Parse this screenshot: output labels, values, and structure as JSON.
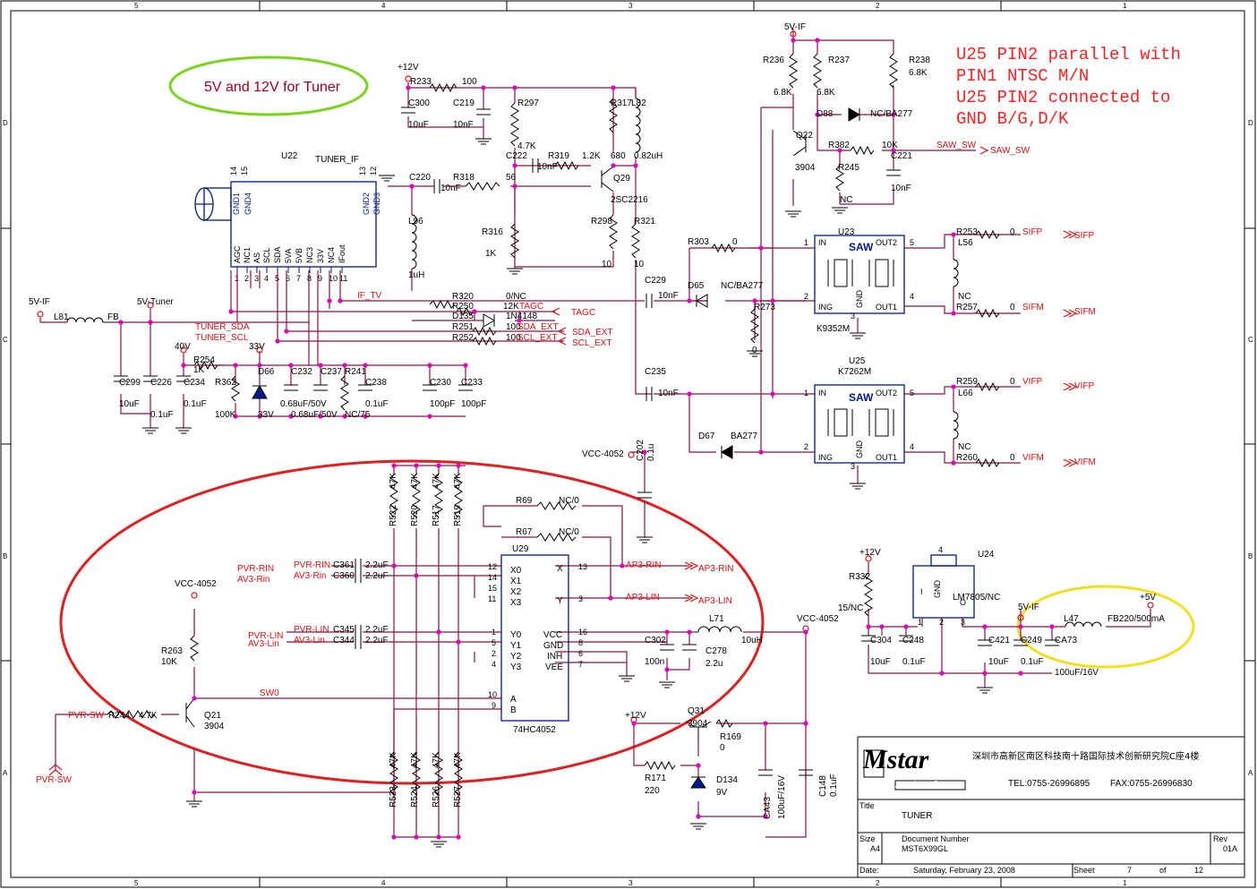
{
  "border": {
    "columns": [
      "5",
      "4",
      "3",
      "2",
      "1"
    ],
    "rows": [
      "D",
      "C",
      "B",
      "A"
    ]
  },
  "notes": {
    "tuner_pill": "5V and 12V for Tuner",
    "saw_note_line1": "U25 PIN2 parallel with",
    "saw_note_line2": " PIN1 NTSC M/N",
    "saw_note_line3": "U25 PIN2 connected to",
    "saw_note_line4": " GND B/G,D/K"
  },
  "tuner": {
    "ref": "U22",
    "name": "TUNER_IF",
    "pins_top": [
      "GND1",
      "GND4",
      "GND2",
      "GND3"
    ],
    "pin_nums_top": [
      "14",
      "15",
      "13",
      "12"
    ],
    "pins_bottom": [
      "AGC",
      "NC1",
      "AS",
      "SCL",
      "SDA",
      "5VA",
      "5VB",
      "NC3",
      "33V",
      "NC4",
      "IFout"
    ],
    "pin_nums_bottom": [
      "1",
      "2",
      "3",
      "4",
      "5",
      "6",
      "7",
      "8",
      "9",
      "10",
      "11"
    ]
  },
  "nets": {
    "v12": "+12V",
    "v5if": "5V-IF",
    "v5tuner": "5V-Tuner",
    "v40": "40V",
    "v33": "33V",
    "vcc4052": "VCC-4052",
    "v5": "+5V",
    "if_tv": "IF_TV",
    "tagc": "TAGC",
    "sda_ext": "SDA_EXT",
    "scl_ext": "SCL_EXT",
    "tuner_sda": "TUNER_SDA",
    "tuner_scl": "TUNER_SCL",
    "saw_sw": "SAW_SW",
    "sifp": "SIFP",
    "sifm": "SIFM",
    "vifp": "VIFP",
    "vifm": "VIFM",
    "ap3_rin": "AP3-RIN",
    "ap3_lin": "AP3-LIN",
    "pvr_rin": "PVR-RIN",
    "av3_rin": "AV3-Rin",
    "pvr_lin": "PVR-LIN",
    "av3_lin": "AV3-Lin",
    "sw0": "SW0",
    "pvr_sw": "PVR-SW"
  },
  "parts": {
    "r233": "R233",
    "r233v": "100",
    "c300": "C300",
    "c300v": "10uF",
    "c219": "C219",
    "c219v": "10nF",
    "r297": "R297",
    "r297v": "4.7K",
    "c222": "C222",
    "r319": "R319",
    "r319v": "1.2K",
    "c222v": "10nF",
    "r317": "R317",
    "r317v": "680",
    "l82": "L82",
    "l82v": "0.82uH",
    "q29": "Q29",
    "q29v": "2SC2216",
    "c220": "C220",
    "c220v": "10nF",
    "r318": "R318",
    "r318v": "56",
    "r316": "R316",
    "r316v": "1K",
    "r298": "R298",
    "r298v": "10",
    "r321": "R321",
    "r321v": "10",
    "l96": "L96",
    "l96v": "1uH",
    "r320": "R320",
    "r320v": "0/NC",
    "r250": "R250",
    "r250v": "12K",
    "d135": "D135",
    "d135v": "1N4148",
    "r251": "R251",
    "r251v": "100",
    "r252": "R252",
    "r252v": "100",
    "l81": "L81",
    "l81v": "FB",
    "r254": "R254",
    "r254v": "1K",
    "d66": "D66",
    "d66v": "33V",
    "r362": "R362",
    "r362v": "100K",
    "c299": "C299",
    "c299v": "10uF",
    "c226": "C226",
    "c226v": "0.1uF",
    "c234": "C234",
    "c234v": "0.1uF",
    "c232": "C232",
    "c232v": "0.68uF/50V",
    "c237": "C237",
    "c237v": "0.68uF/50V",
    "r241": "R241",
    "r241v": "NC/75",
    "c238": "C238",
    "c238v": "0.1uF",
    "c230": "C230",
    "c230v": "100pF",
    "c233": "C233",
    "c233v": "100pF",
    "r236": "R236",
    "r236v": "6.8K",
    "r237": "R237",
    "r237v": "6.8K",
    "r238": "R238",
    "r238v": "6.8K",
    "d88": "D88",
    "d88v": "NC/BA277",
    "q22": "Q22",
    "q22v": "3904",
    "r382": "R382",
    "r382v": "10K",
    "r245": "R245",
    "r245v": "NC",
    "c221": "C221",
    "c221v": "10nF",
    "r303": "R303",
    "r303v": "0",
    "c229": "C229",
    "c229v": "10nF",
    "d65": "D65",
    "d65v": "NC/BA277",
    "r273": "R273",
    "r273v": "0",
    "c235": "C235",
    "c235v": "10nF",
    "d67": "D67",
    "d67v": "BA277",
    "u23": "U23",
    "u23v": "K9352M",
    "u25": "U25",
    "u25v": "K7262M",
    "saw": "SAW",
    "r253": "R253",
    "r253v": "0",
    "l56": "L56",
    "l56v": "NC",
    "r257": "R257",
    "r257v": "0",
    "r259": "R259",
    "r259v": "0",
    "l66": "L66",
    "l66v": "NC",
    "r260": "R260",
    "r260v": "0",
    "c202": "C202",
    "c202v": "0.1u",
    "r69": "R69",
    "r69v": "NC/0",
    "r67": "R67",
    "r67v": "NC/0",
    "u29": "U29",
    "u29v": "74HC4052",
    "c361": "C361",
    "c361v": "2.2uF",
    "c360": "C360",
    "c360v": "2.2uF",
    "c345": "C345",
    "c345v": "2.2uF",
    "c344": "C344",
    "c344v": "2.2uF",
    "r522": "R522",
    "r520": "R520",
    "r517": "R517",
    "r519": "R519",
    "r523": "R523",
    "r524": "R524",
    "r526": "R526",
    "r527": "R527",
    "k47": "47K",
    "c302": "C302",
    "c302v": "100n",
    "c278": "C278",
    "c278v": "2.2u",
    "l71": "L71",
    "l71v": "10uH",
    "r263": "R263",
    "r263v": "10K",
    "q21": "Q21",
    "q21v": "3904",
    "r244": "R244",
    "r244v": "4.7K",
    "q31": "Q31",
    "q31v": "3904",
    "r169": "R169",
    "r169v": "0",
    "r171": "R171",
    "r171v": "220",
    "d134": "D134",
    "d134v": "9V",
    "ca43": "CA43",
    "ca43v": "100uF/16V",
    "c148": "C148",
    "c148v": "0.1uF",
    "u24": "U24",
    "u24v": "LM7805/NC",
    "r332": "R332",
    "r332v": "15/NC",
    "c304": "C304",
    "c304v": "10uF",
    "c248": "C248",
    "c248v": "0.1uF",
    "c421": "C421",
    "c421v": "10uF",
    "c249": "C249",
    "c249v": "0.1uF",
    "ca73": "CA73",
    "ca73v": "100uF/16V",
    "l47": "L47",
    "l47v": "FB220/500mA"
  },
  "mux_pins": {
    "x0": "X0",
    "x1": "X1",
    "x2": "X2",
    "x3": "X3",
    "y0": "Y0",
    "y1": "Y1",
    "y2": "Y2",
    "y3": "Y3",
    "a": "A",
    "b": "B",
    "x": "X",
    "y": "Y",
    "vcc": "VCC",
    "gnd": "GND",
    "inh": "INH",
    "vee": "VEE",
    "n12": "12",
    "n14": "14",
    "n15": "15",
    "n11": "11",
    "n1": "1",
    "n5": "5",
    "n2": "2",
    "n4": "4",
    "n10": "10",
    "n9": "9",
    "n13": "13",
    "n3": "3",
    "n16": "16",
    "n8": "8",
    "n6": "6",
    "n7": "7"
  },
  "saw_pins": {
    "in": "IN",
    "out2": "OUT2",
    "ing": "ING",
    "out1": "OUT1",
    "gnd": "GND",
    "p1": "1",
    "p2": "2",
    "p3": "3",
    "p4": "4",
    "p5": "5"
  },
  "reg_pins": {
    "i": "I",
    "gnd": "GND",
    "o": "O",
    "p1": "1",
    "p2": "2",
    "p3": "3",
    "p4": "4"
  },
  "title_block": {
    "logo": "Mstar",
    "logo_sub": "semiconductor",
    "address": "深圳市高新区南区科技南十路国际技术创新研究院C座4楼",
    "tel": "TEL:0755-26996895",
    "fax": "FAX:0755-26996830",
    "title_label": "Title",
    "title": "TUNER",
    "size_label": "Size",
    "size": "A4",
    "doc_label": "Document Number",
    "doc": "MST6X99GL",
    "rev_label": "Rev",
    "rev": "01A",
    "date_label": "Date:",
    "date": "Saturday, February 23, 2008",
    "sheet_label": "Sheet",
    "sheet": "7",
    "of_label": "of",
    "of": "12"
  }
}
